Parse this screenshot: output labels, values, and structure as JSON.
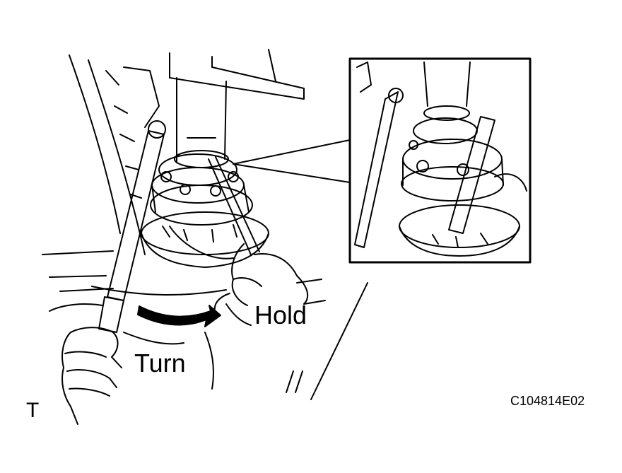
{
  "labels": {
    "hold": "Hold",
    "turn": "Turn",
    "code": "C104814E02",
    "corner": "T"
  },
  "icons": {
    "arrow": "curved-turn-arrow",
    "wrench": "torque-wrench-icon"
  },
  "colors": {
    "ink": "#000000",
    "paper": "#ffffff"
  }
}
